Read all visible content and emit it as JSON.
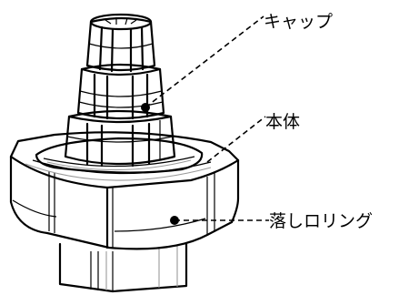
{
  "callouts": {
    "cap": {
      "label": "キャップ"
    },
    "body": {
      "label": "本体"
    },
    "drop_ring": {
      "label": "落しロリング"
    }
  }
}
